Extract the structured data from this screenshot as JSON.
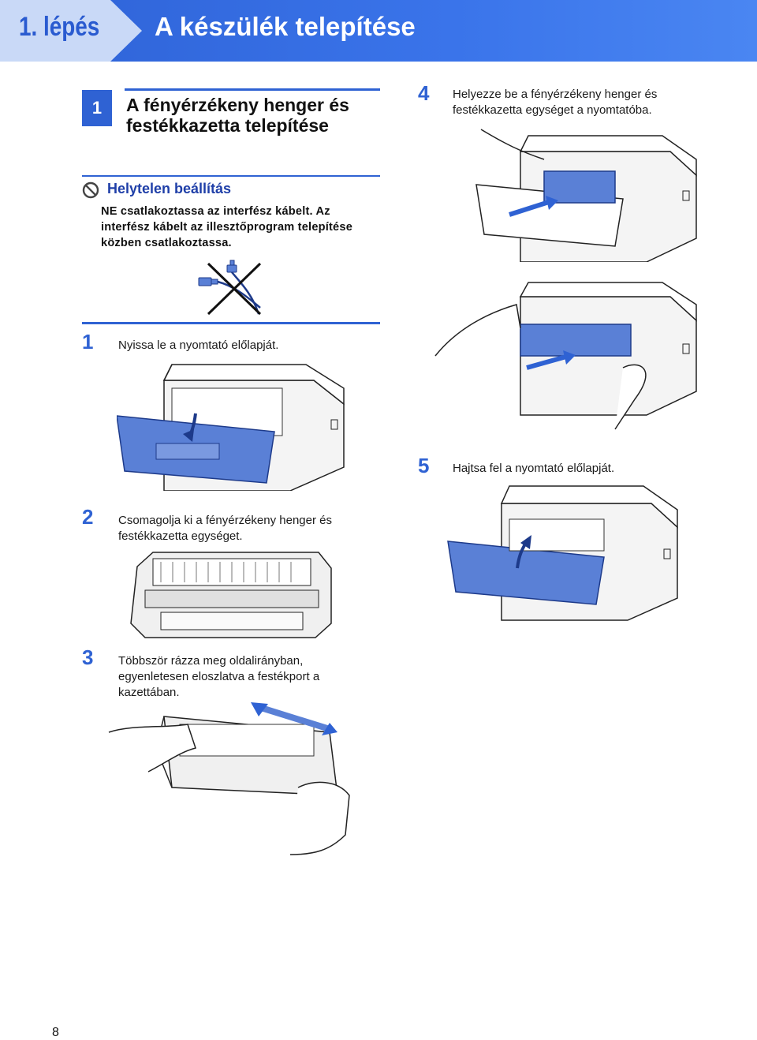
{
  "header": {
    "step_label": "1. lépés",
    "title": "A készülék telepítése",
    "colors": {
      "band": "#3a74ea",
      "chevron": "#c9d9f7",
      "accent": "#2f62d3"
    }
  },
  "section": {
    "number": "1",
    "title": "A fényérzékeny henger és festékkazetta telepítése"
  },
  "warning": {
    "icon": "prohibited-icon",
    "title": "Helytelen beállítás",
    "text": "NE csatlakoztassa az interfész kábelt. Az interfész kábelt az illesztőprogram telepítése közben csatlakoztassa."
  },
  "steps": [
    {
      "number": "1",
      "text": "Nyissa le a nyomtató előlapját."
    },
    {
      "number": "2",
      "text": "Csomagolja ki a fényérzékeny henger és festékkazetta egységet."
    },
    {
      "number": "3",
      "text": "Többször rázza meg oldalirányban, egyenletesen eloszlatva a festékport a kazettában."
    },
    {
      "number": "4",
      "text": "Helyezze be a fényérzékeny henger és festékkazetta egységet a nyomtatóba."
    },
    {
      "number": "5",
      "text": "Hajtsa fel a nyomtató előlapját."
    }
  ],
  "page_number": "8"
}
